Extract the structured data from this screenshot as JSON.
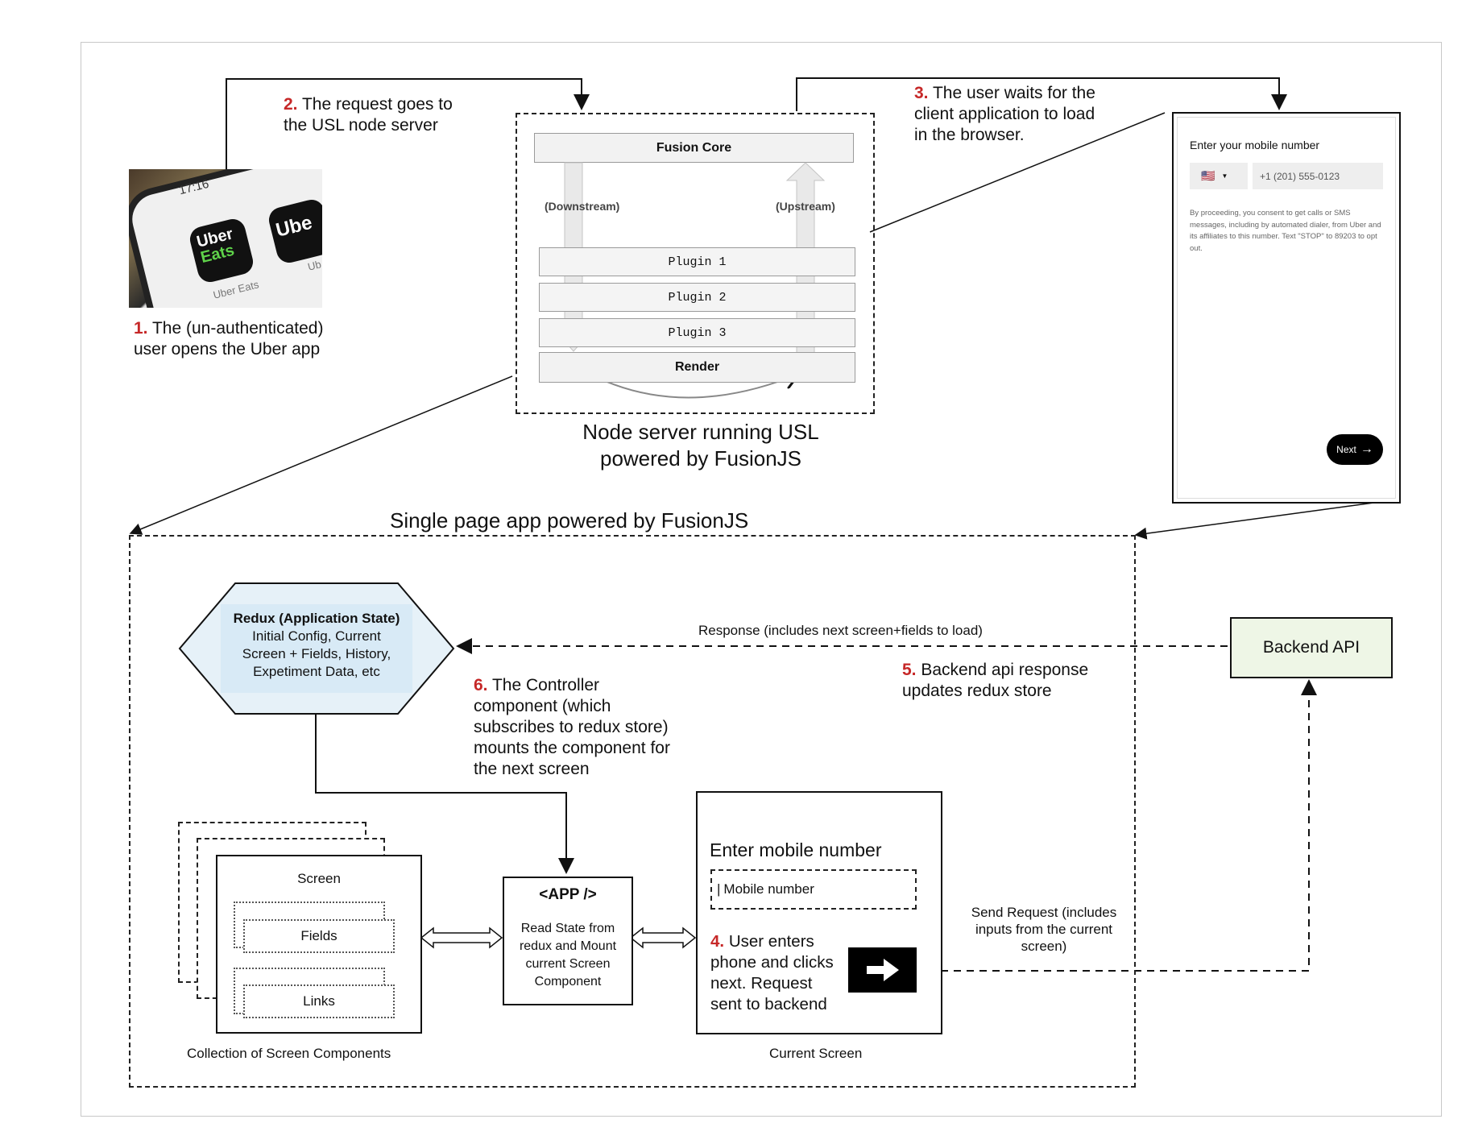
{
  "step1": {
    "num": "1.",
    "text1": "The (un-authenticated)",
    "text2": "user opens the Uber app"
  },
  "step2": {
    "num": "2.",
    "text1": "The request goes to",
    "text2": "the USL node server"
  },
  "step3": {
    "num": "3.",
    "text1": "The user waits for the",
    "text2": "client application to load",
    "text3": "in the browser."
  },
  "step4": {
    "num": "4.",
    "text1": "User enters",
    "text2": "phone and clicks",
    "text3": "next. Request",
    "text4": "sent to backend"
  },
  "step5": {
    "num": "5.",
    "text1": "Backend api response",
    "text2": "updates redux store"
  },
  "step6": {
    "num": "6.",
    "text1": "The Controller",
    "text2": "component (which",
    "text3": "subscribes to redux store)",
    "text4": "mounts the component for",
    "text5": "the next screen"
  },
  "phone": {
    "time": "17:16",
    "app1_line1": "Uber",
    "app1_line2": "Eats",
    "app1_caption": "Uber Eats",
    "app2_label": "Ube",
    "app2_caption": "Ub"
  },
  "node_server": {
    "fusion_core": "Fusion Core",
    "downstream": "(Downstream)",
    "upstream": "(Upstream)",
    "plugins": [
      "Plugin 1",
      "Plugin 2",
      "Plugin 3"
    ],
    "render": "Render",
    "caption1": "Node server running USL",
    "caption2": "powered by FusionJS"
  },
  "mobile_form": {
    "title": "Enter your mobile number",
    "country_flag": "🇺🇸",
    "phone_placeholder": "+1 (201) 555-0123",
    "consent": "By proceeding, you consent to get calls or SMS messages, including by automated dialer, from Uber and its affiliates to this number. Text \"STOP\" to 89203 to opt out.",
    "next_label": "Next"
  },
  "spa": {
    "title": "Single page app powered by FusionJS",
    "redux_title": "Redux (Application State)",
    "redux_line1": "Initial Config, Current",
    "redux_line2": "Screen + Fields, History,",
    "redux_line3": "Expetiment Data, etc",
    "response_label": "Response (includes next screen+fields to load)",
    "backend_api": "Backend API",
    "screen_label": "Screen",
    "fields_label": "Fields",
    "links_label": "Links",
    "collection_caption": "Collection of Screen Components",
    "app_title": "<APP />",
    "app_line1": "Read State from",
    "app_line2": "redux and Mount",
    "app_line3": "current Screen",
    "app_line4": "Component",
    "current_screen_title": "Enter mobile number",
    "mobile_placeholder": "Mobile number",
    "current_screen_caption": "Current Screen",
    "send_line1": "Send Request (includes",
    "send_line2": "inputs from the current",
    "send_line3": "screen)"
  },
  "colors": {
    "step_number": "#c62828",
    "backend_fill": "#eef6e6",
    "redux_fill": "#e6f1f8",
    "redux_inner": "#d8eaf6"
  }
}
